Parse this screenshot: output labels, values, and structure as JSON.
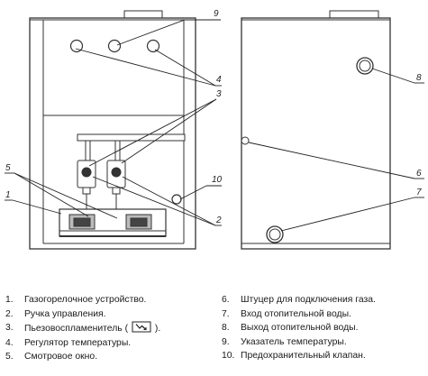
{
  "diagram": {
    "callouts": {
      "c1": "1",
      "c2": "2",
      "c3": "3",
      "c4": "4",
      "c5": "5",
      "c6": "6",
      "c7": "7",
      "c8": "8",
      "c9": "9",
      "c10": "10"
    }
  },
  "legend": {
    "left": [
      {
        "num": "1.",
        "text": "Газогорелочное устройство."
      },
      {
        "num": "2.",
        "text": "Ручка управления."
      },
      {
        "num": "3.",
        "text_before": "Пьезовоспламенитель (",
        "text_after": ")."
      },
      {
        "num": "4.",
        "text": "Регулятор температуры."
      },
      {
        "num": "5.",
        "text": "Смотровое окно."
      }
    ],
    "right": [
      {
        "num": "6.",
        "text": "Штуцер для подключения газа."
      },
      {
        "num": "7.",
        "text": "Вход отопительной воды."
      },
      {
        "num": "8.",
        "text": "Выход отопительной воды."
      },
      {
        "num": "9.",
        "text": "Указатель температуры."
      },
      {
        "num": "10.",
        "text": "Предохранительный клапан."
      }
    ]
  },
  "icons": {
    "piezo": "piezo-igniter-icon"
  }
}
